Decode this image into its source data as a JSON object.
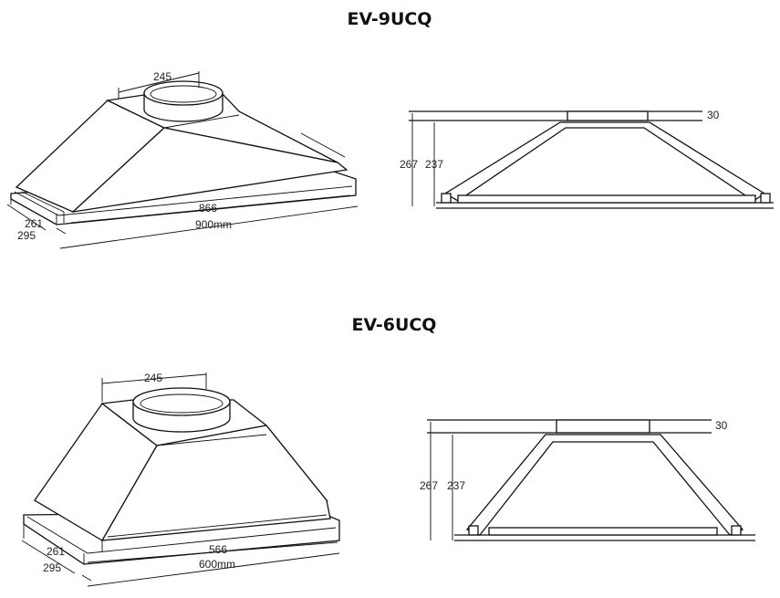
{
  "models": [
    {
      "title": "EV-9UCQ",
      "iso": {
        "collar_dim": "245",
        "inner_depth": "261",
        "outer_depth": "295",
        "inner_width": "866",
        "outer_width": "900mm"
      },
      "side": {
        "flange": "30",
        "outer_height": "267",
        "inner_height": "237"
      }
    },
    {
      "title": "EV-6UCQ",
      "iso": {
        "collar_dim": "245",
        "inner_depth": "261",
        "outer_depth": "295",
        "inner_width": "566",
        "outer_width": "600mm"
      },
      "side": {
        "flange": "30",
        "outer_height": "267",
        "inner_height": "237"
      }
    }
  ]
}
